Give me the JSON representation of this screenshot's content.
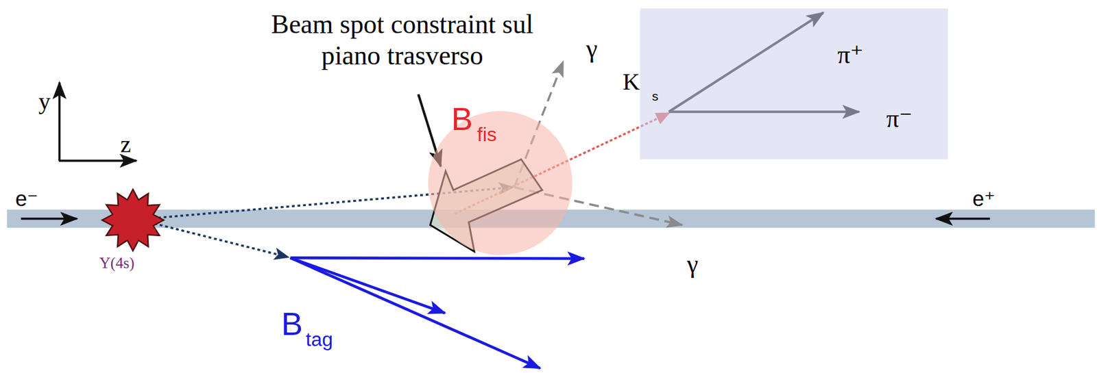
{
  "diagram": {
    "nodes": [
      {
        "text": [
          "B",
          "fis"
        ]
      },
      {
        "text": [
          "π⁺",
          "π⁻"
        ]
      }
    ],
    "labels": [
      "Beam spot constraint sul piano trasverso",
      "γ",
      "K",
      "s",
      "y",
      "z",
      "e⁻",
      "e⁺",
      "Υ(4s)",
      "γ",
      "B",
      "tag"
    ]
  }
}
